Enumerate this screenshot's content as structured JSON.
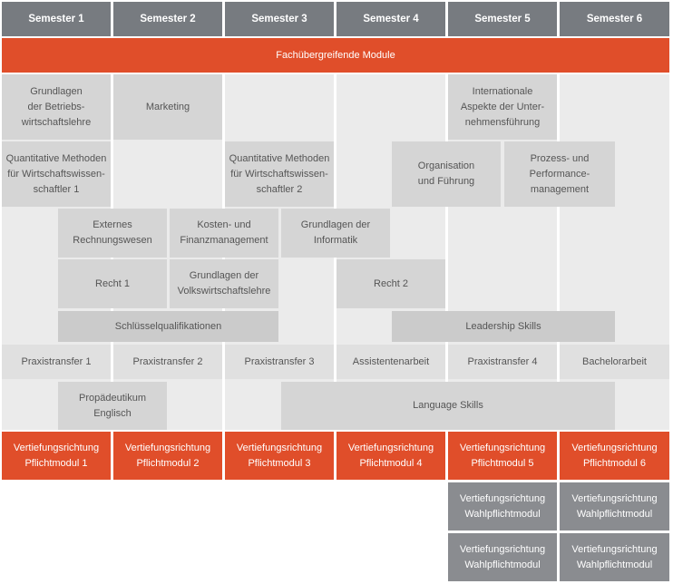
{
  "semesters": [
    "Semester 1",
    "Semester 2",
    "Semester 3",
    "Semester 4",
    "Semester 5",
    "Semester 6"
  ],
  "cross_module": "Fachübergreifende Module",
  "modules": {
    "grundlagen_bwl": "Grundlagen\nder Betriebs-\nwirtschaftslehre",
    "marketing": "Marketing",
    "internationale": "Internationale\nAspekte der Unter-\nnehmensführung",
    "quant1": "Quantitative Methoden\nfür Wirtschaftswissen-\nschaftler 1",
    "quant2": "Quantitative Methoden\nfür Wirtschaftswissen-\nschaftler 2",
    "organisation": "Organisation\nund Führung",
    "prozess": "Prozess- und\nPerformance-\nmanagement",
    "externes": "Externes\nRechnungswesen",
    "kosten": "Kosten- und\nFinanzmanagement",
    "informatik": "Grundlagen der\nInformatik",
    "recht1": "Recht 1",
    "vwl": "Grundlagen der\nVolkswirtschaftslehre",
    "recht2": "Recht 2",
    "schluessel": "Schlüsselqualifikationen",
    "leadership": "Leadership Skills",
    "propaedeutikum": "Propädeutikum\nEnglisch",
    "language": "Language Skills"
  },
  "practice": [
    "Praxistransfer 1",
    "Praxistransfer 2",
    "Praxistransfer 3",
    "Assistentenarbeit",
    "Praxistransfer 4",
    "Bachelorarbeit"
  ],
  "pflicht": [
    "Vertiefungsrichtung\nPflichtmodul 1",
    "Vertiefungsrichtung\nPflichtmodul 2",
    "Vertiefungsrichtung\nPflichtmodul 3",
    "Vertiefungsrichtung\nPflichtmodul 4",
    "Vertiefungsrichtung\nPflichtmodul 5",
    "Vertiefungsrichtung\nPflichtmodul 6"
  ],
  "wahlpflicht": [
    "Vertiefungsrichtung\nWahlpflichtmodul",
    "Vertiefungsrichtung\nWahlpflichtmodul",
    "Vertiefungsrichtung\nWahlpflichtmodul",
    "Vertiefungsrichtung\nWahlpflichtmodul"
  ],
  "colors": {
    "header": "#777b80",
    "accent": "#e04e2a",
    "module": "#d5d5d5",
    "background": "#ebebeb",
    "wahlpflicht": "#8a8c90"
  }
}
